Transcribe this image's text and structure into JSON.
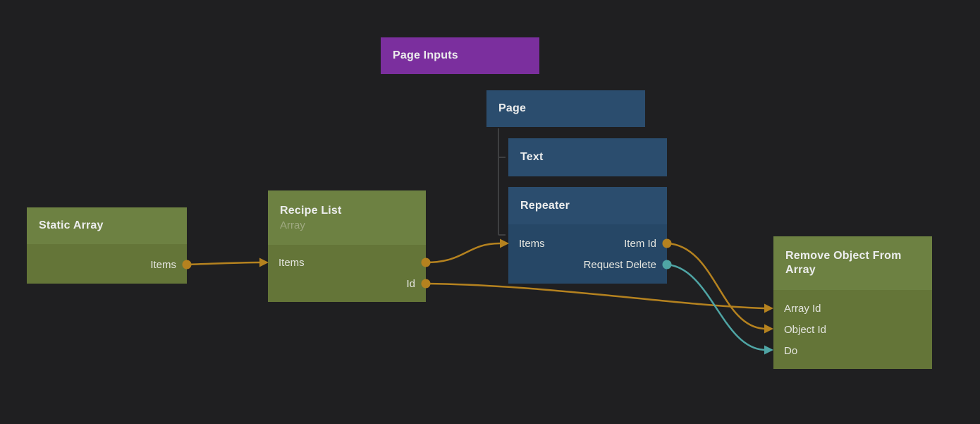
{
  "canvas": {
    "background": "#1f1f21"
  },
  "colors": {
    "wire_orange": "#b5821f",
    "wire_teal": "#4fa5a5",
    "tree_line": "#3e3f41",
    "node_purple": "#7b2f9e",
    "node_blue_header": "#2b4d6e",
    "node_blue_body": "#264766",
    "node_green_header": "#6d8142",
    "node_green_body": "#647538"
  },
  "nodes": {
    "page_inputs": {
      "title": "Page Inputs"
    },
    "page": {
      "title": "Page"
    },
    "text": {
      "title": "Text"
    },
    "repeater": {
      "title": "Repeater",
      "ports": {
        "items": "Items",
        "item_id": "Item Id",
        "request_delete": "Request Delete"
      }
    },
    "static_array": {
      "title": "Static Array",
      "ports": {
        "items": "Items"
      }
    },
    "recipe_list": {
      "title": "Recipe List",
      "subtitle": "Array",
      "ports": {
        "items": "Items",
        "id": "Id"
      }
    },
    "remove_object_from_array": {
      "title": "Remove Object From Array",
      "ports": {
        "array_id": "Array Id",
        "object_id": "Object Id",
        "do": "Do"
      }
    }
  },
  "hierarchy": [
    {
      "parent": "Page",
      "child": "Text"
    },
    {
      "parent": "Page",
      "child": "Repeater"
    }
  ],
  "connections": [
    {
      "from": "Static Array.Items",
      "to": "Recipe List.Items",
      "color": "#b5821f"
    },
    {
      "from": "Recipe List.Items",
      "to": "Repeater.Items",
      "color": "#b5821f"
    },
    {
      "from": "Recipe List.Id",
      "to": "Remove Object From Array.Array Id",
      "color": "#b5821f"
    },
    {
      "from": "Repeater.Item Id",
      "to": "Remove Object From Array.Object Id",
      "color": "#b5821f"
    },
    {
      "from": "Repeater.Request Delete",
      "to": "Remove Object From Array.Do",
      "color": "#4fa5a5"
    }
  ]
}
